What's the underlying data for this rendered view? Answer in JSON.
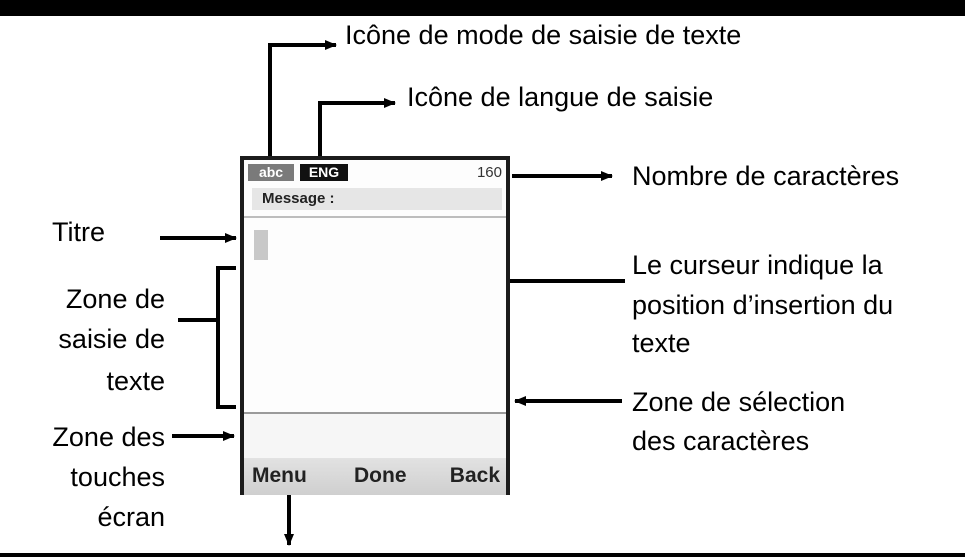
{
  "phone": {
    "mode_icon": "abc",
    "lang_icon": "ENG",
    "char_count": "160",
    "title": "Message :",
    "softkeys": {
      "left": "Menu",
      "center": "Done",
      "right": "Back"
    }
  },
  "callouts": {
    "mode_icon": "Icône de mode de saisie de texte",
    "lang_icon": "Icône de langue de saisie",
    "char_count": "Nombre de caractères",
    "title": "Titre",
    "text_zone": [
      "Zone de",
      "saisie de",
      "texte"
    ],
    "cursor": [
      "Le curseur indique la",
      "position d’insertion du",
      "texte"
    ],
    "selection_zone": [
      "Zone de sélection",
      "des caractères"
    ],
    "softkeys_zone": [
      "Zone des",
      "touches",
      "écran"
    ]
  }
}
